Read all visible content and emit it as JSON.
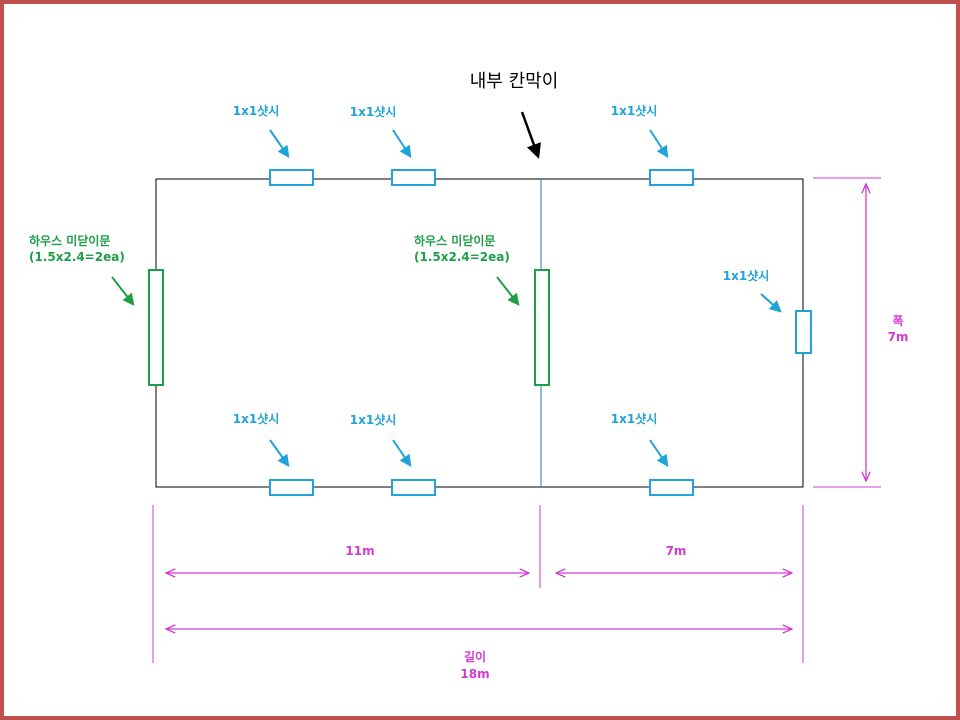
{
  "diagram": {
    "partition_label": "내부 칸막이",
    "sash_label": "1x1샷시",
    "door_label_line1": "하우스 미닫이문",
    "door_label_line2": "(1.5x2.4=2ea)",
    "width_label": "폭",
    "width_value": "7m",
    "length_left_label": "11m",
    "length_right_label": "7m",
    "total_length_label": "길이",
    "total_length_value": "18m"
  },
  "colors": {
    "border": "#c0504d",
    "outline": "#000000",
    "partition_line": "#2e75b6",
    "sash": "#1fa3d8",
    "door": "#1f9e48",
    "dimension": "#d33ad3",
    "title": "#000000"
  }
}
